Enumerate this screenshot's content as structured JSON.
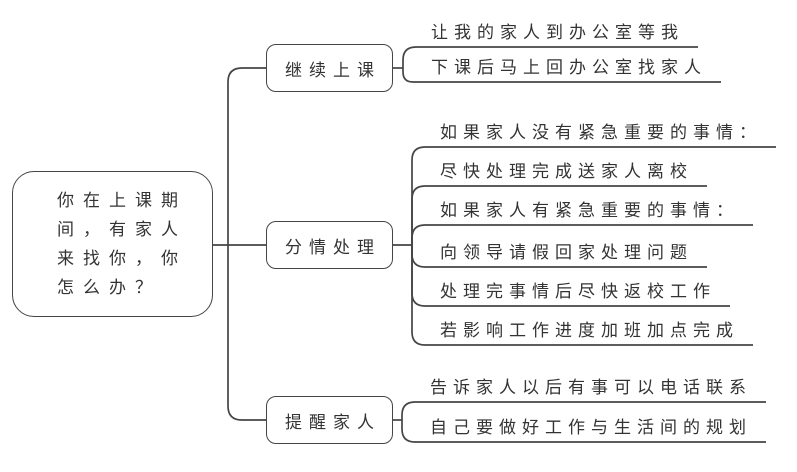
{
  "root": {
    "label": "你在上课期间，有家人来找你，你怎么办？",
    "lines": [
      "你在上课期",
      "间，有家人",
      "来找你，你",
      "怎么办？"
    ]
  },
  "branches": [
    {
      "label": "继续上课",
      "children": [
        "让我的家人到办公室等我",
        "下课后马上回办公室找家人"
      ]
    },
    {
      "label": "分情处理",
      "children": [
        "如果家人没有紧急重要的事情：",
        "尽快处理完成送家人离校",
        "如果家人有紧急重要的事情：",
        "向领导请假回家处理问题",
        "处理完事情后尽快返校工作",
        "若影响工作进度加班加点完成"
      ]
    },
    {
      "label": "提醒家人",
      "children": [
        "告诉家人以后有事可以电话联系",
        "自己要做好工作与生活间的规划"
      ]
    }
  ],
  "colors": {
    "background": "#ffffff",
    "line": "#454545",
    "text": "#333333"
  }
}
